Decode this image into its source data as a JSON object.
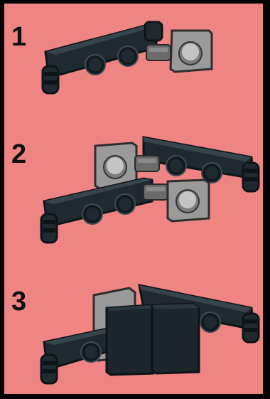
{
  "steps": [
    {
      "number": "1"
    },
    {
      "number": "2"
    },
    {
      "number": "3"
    }
  ],
  "colors": {
    "background": "#ee8582",
    "frame": "#000000",
    "dark_plate": "#1f2a30",
    "dark_outline": "#0d1418",
    "light_gray_plate": "#9a9a9a",
    "light_gray_stud": "#c4c4c4",
    "hinge_gray": "#6b6b6b"
  }
}
